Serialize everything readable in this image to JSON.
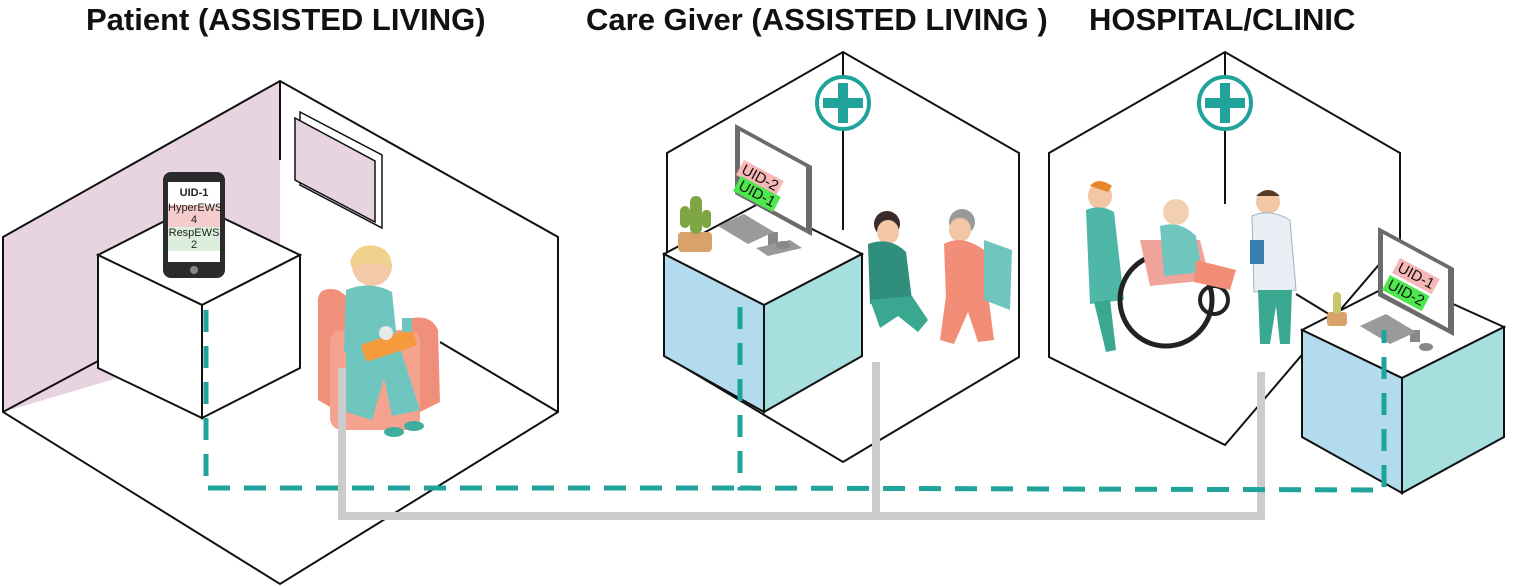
{
  "titles": {
    "patient": "Patient (ASSISTED LIVING)",
    "caregiver": "Care Giver (ASSISTED LIVING )",
    "hospital": "HOSPITAL/CLINIC"
  },
  "phone": {
    "uid": "UID-1",
    "hyper_label": "HyperEWS",
    "hyper_value": "4",
    "resp_label": "RespEWS",
    "resp_value": "2"
  },
  "caregiver_monitor": {
    "line1": "UID-2",
    "line2": "UID-1"
  },
  "hospital_monitor": {
    "line1": "UID-1",
    "line2": "UID-2"
  },
  "icons": [
    "medical-cross-icon",
    "cactus-icon",
    "computer-monitor-icon",
    "keyboard-icon",
    "mouse-icon",
    "smartphone-icon"
  ],
  "colors": {
    "teal": "#1fa39a",
    "gray_line": "#cccccc",
    "wall_pink": "#e8d3e0",
    "desk_blue": "#b2dcee",
    "desk_teal": "#a7dede",
    "uid_red_bg": "#f7b7b7",
    "uid_green_bg": "#4ee84e"
  }
}
